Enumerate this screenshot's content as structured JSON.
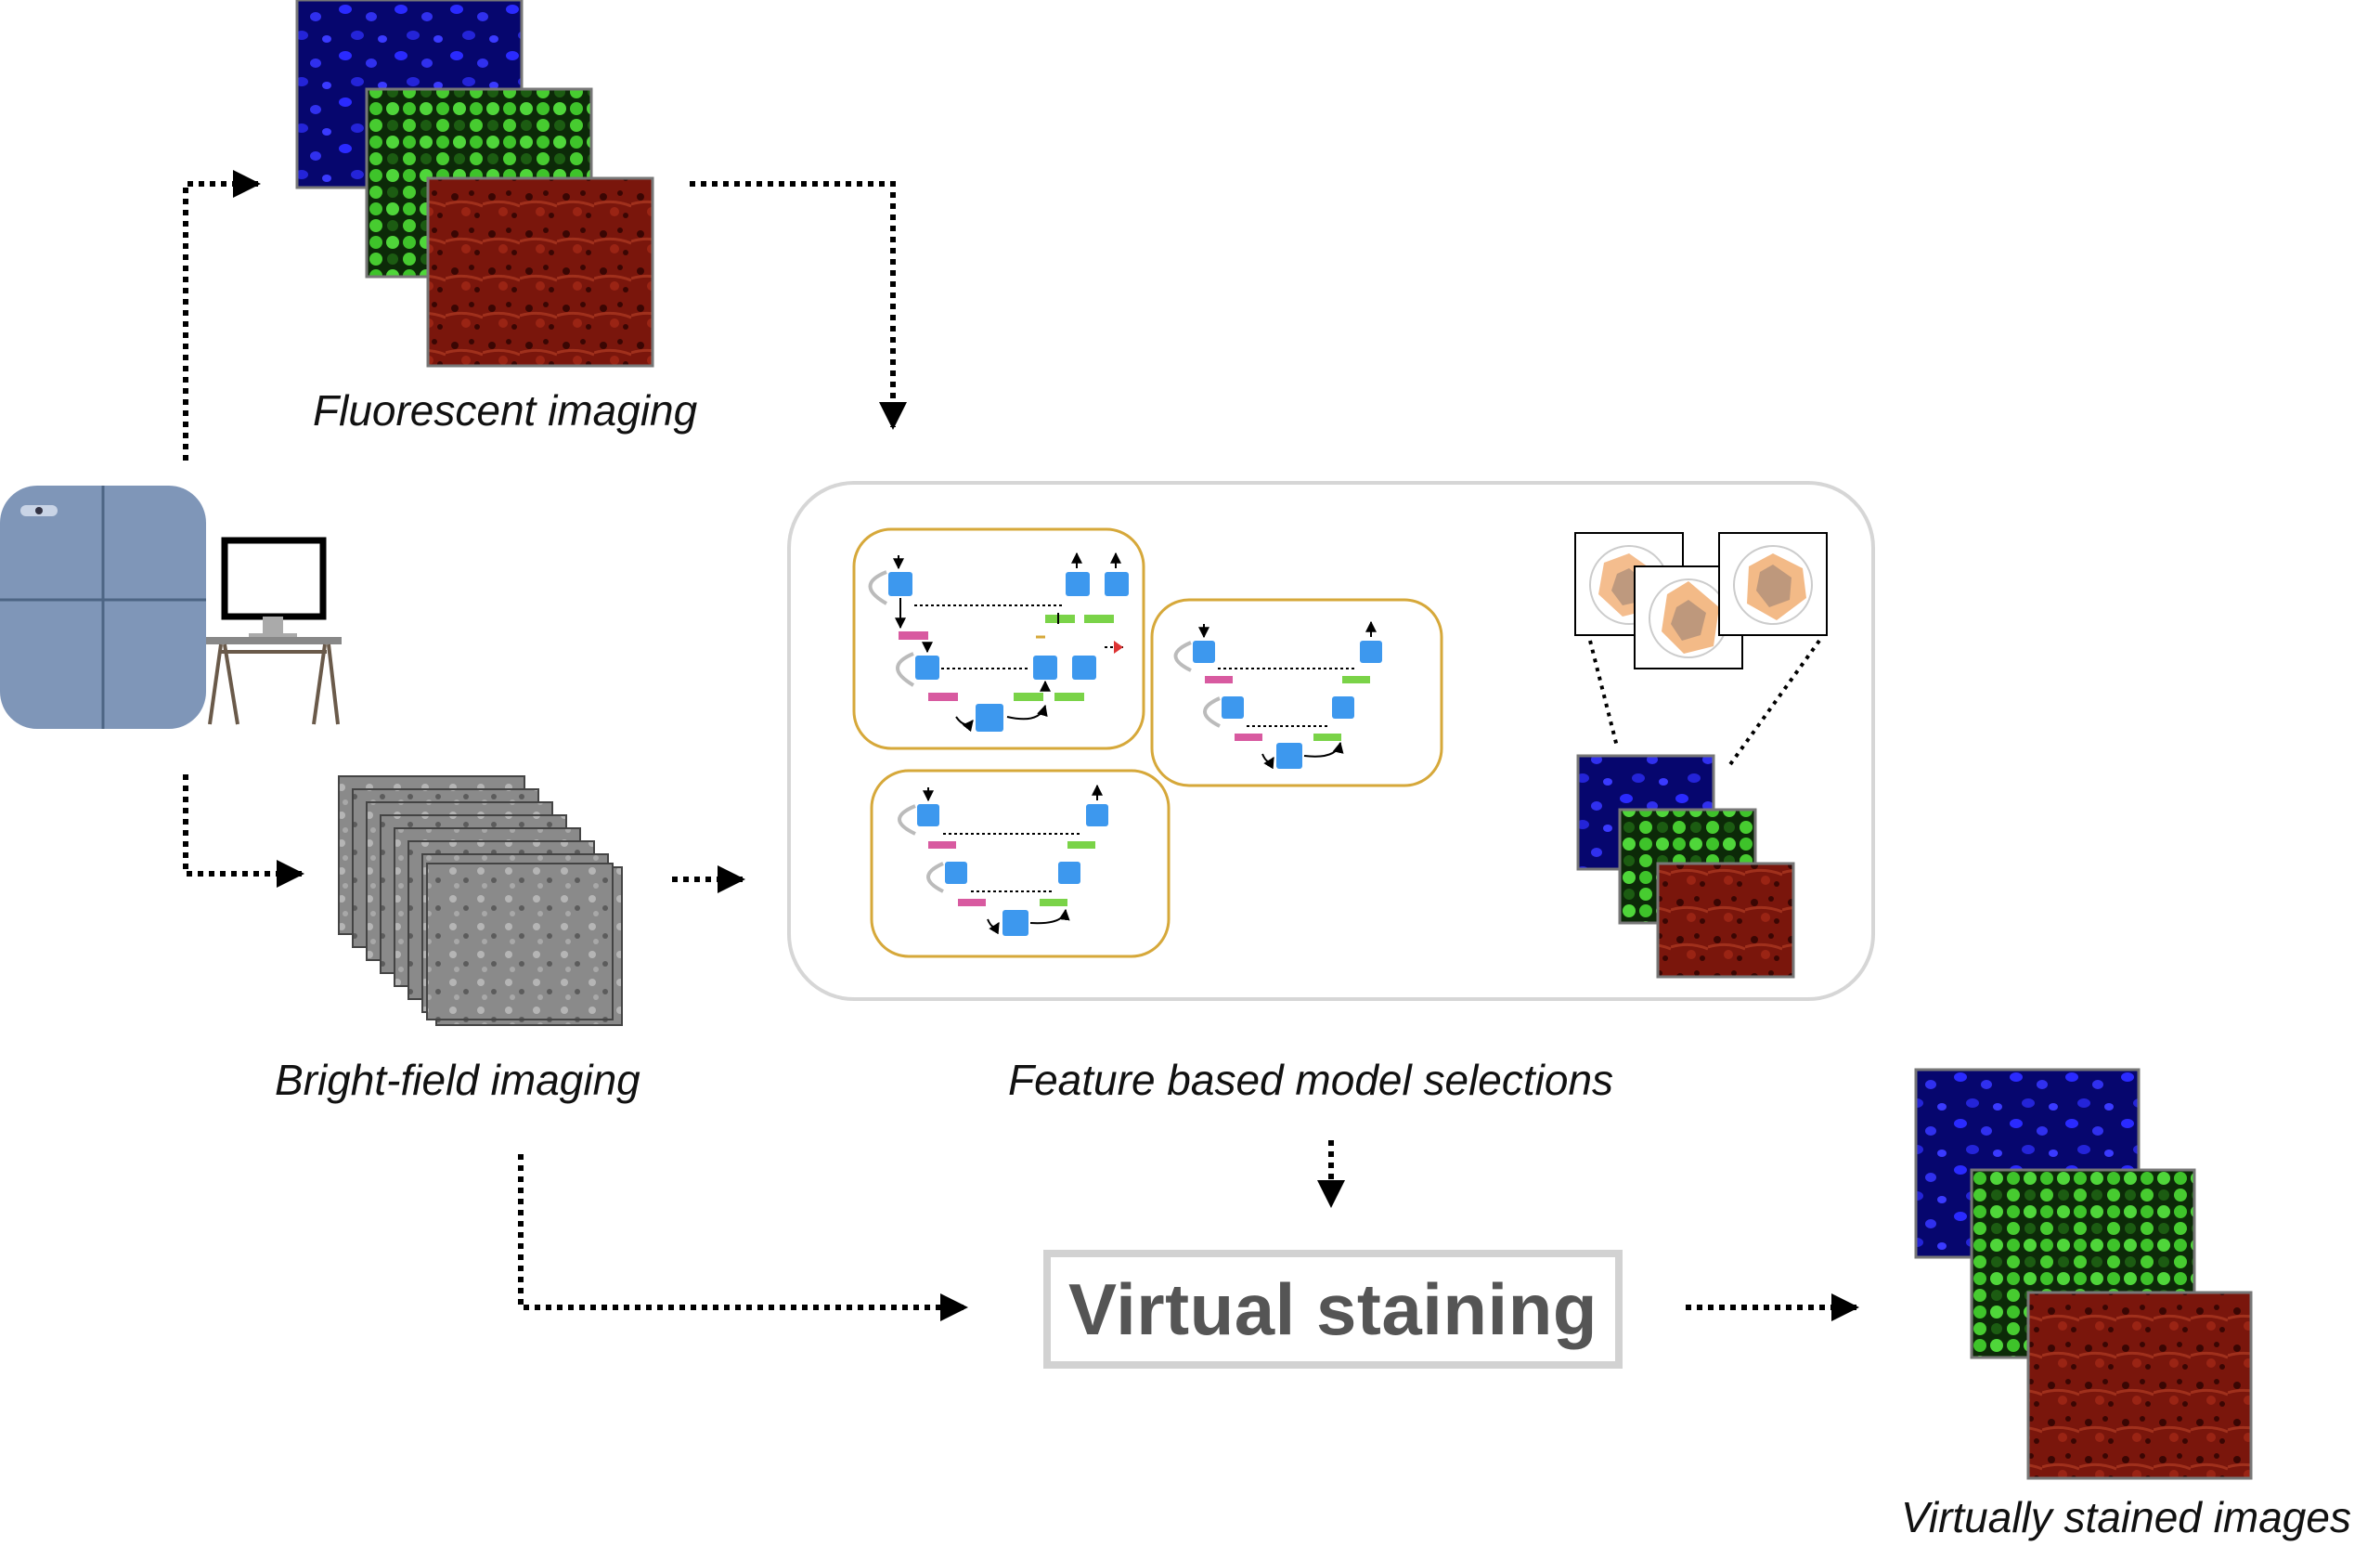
{
  "captions": {
    "fluorescent": "Fluorescent imaging",
    "bright_field": "Bright-field imaging",
    "feature_models": "Feature based model selections",
    "virtual_staining": "Virtual staining",
    "virtually_stained": "Virtually stained images"
  },
  "colors": {
    "blue_channel": "#0a0a8c",
    "green_channel": "#2fb51f",
    "red_channel": "#8a1a10",
    "microscope": "#7f96b8",
    "unet_border": "#d6a83a",
    "unet_node": "#3d98ee",
    "unet_pink": "#d85aa0",
    "unet_green": "#7ad348",
    "radar_fill": "#f2b27a"
  },
  "icons": {
    "microscope": "microscope-icon",
    "computer": "computer-desk-icon"
  }
}
